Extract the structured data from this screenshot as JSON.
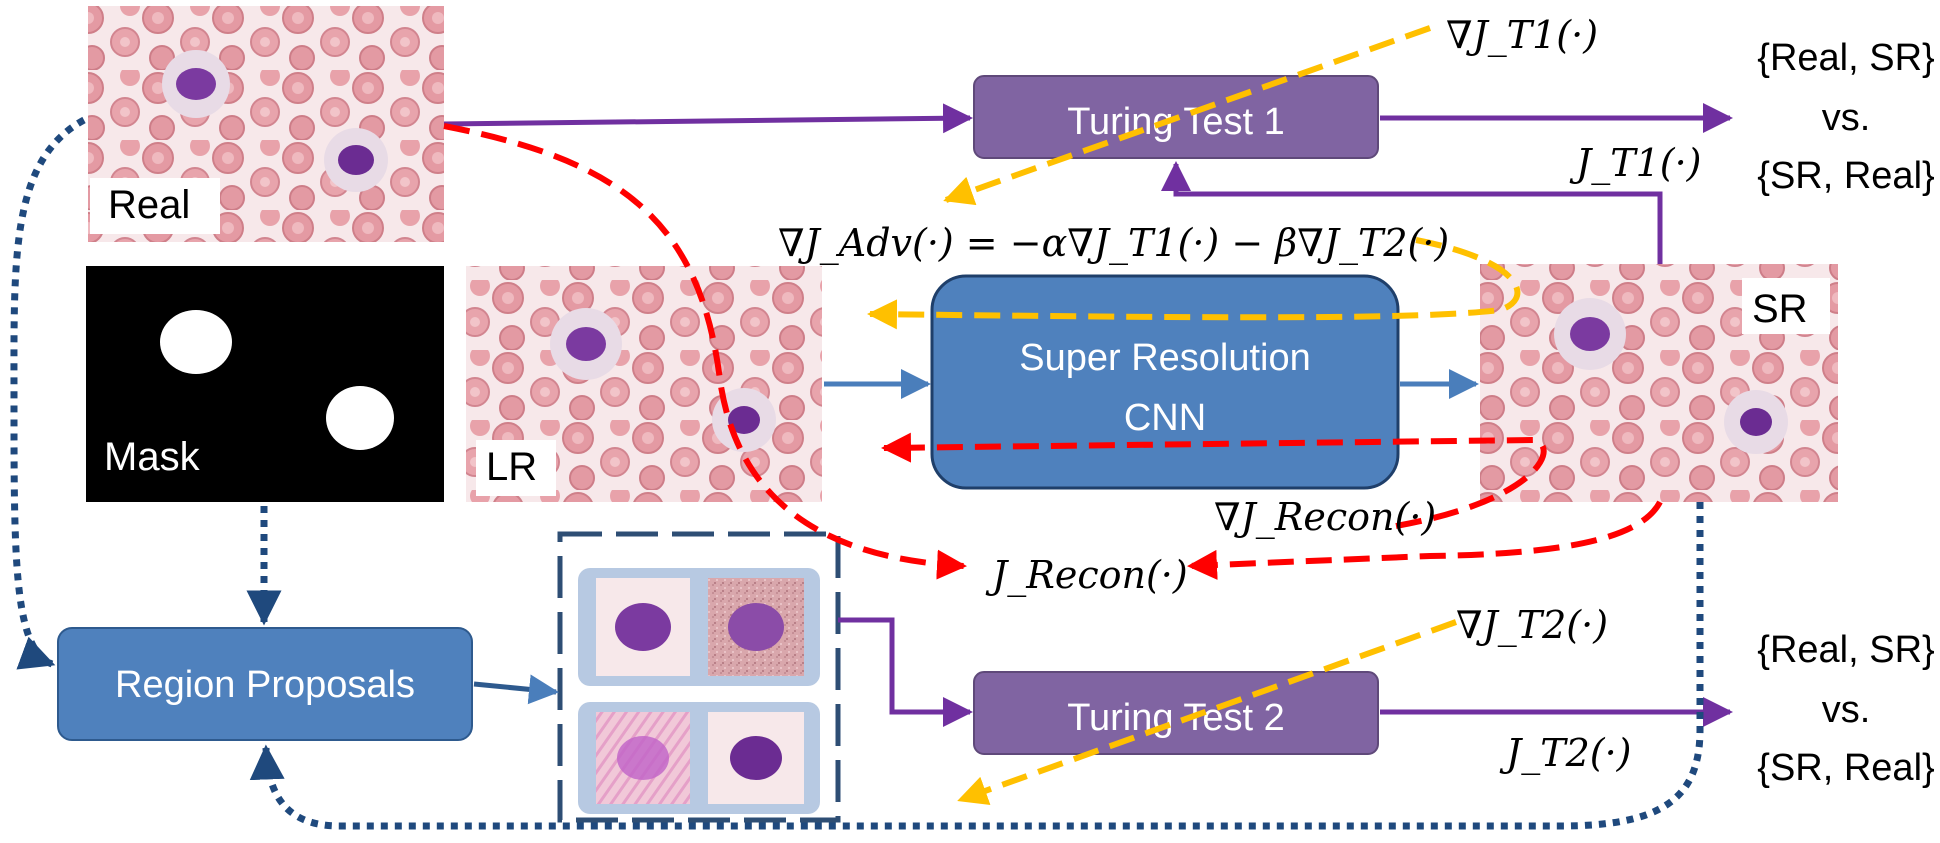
{
  "images": {
    "real": "Real",
    "mask": "Mask",
    "lr": "LR",
    "sr": "SR"
  },
  "boxes": {
    "turing1": "Turing Test 1",
    "turing2": "Turing Test 2",
    "sr_cnn_line1": "Super Resolution",
    "sr_cnn_line2": "CNN",
    "region": "Region Proposals"
  },
  "outputs": {
    "top": [
      "{Real, SR}",
      "vs.",
      "{SR, Real}"
    ],
    "bottom": [
      "{Real, SR}",
      "vs.",
      "{SR, Real}"
    ]
  },
  "math": {
    "grad_jt1": "∇J_T1(·)",
    "jt1": "J_T1(·)",
    "grad_jadv": "∇J_Adv(·) = −α∇J_T1(·) − β∇J_T2(·)",
    "grad_jrecon": "∇J_Recon(·)",
    "jrecon": "J_Recon(·)",
    "grad_jt2": "∇J_T2(·)",
    "jt2": "J_T2(·)"
  },
  "colors": {
    "purple_box": "#8064a2",
    "purple_arrow": "#7030a0",
    "blue_box": "#4f81bd",
    "blue_arrow": "#4a7ebb",
    "dark_blue_dotted": "#1f497d",
    "red_dashed": "#ff0000",
    "yellow_dashed": "#ffc000",
    "cell_bg": "#f6e6e8",
    "rbc": "#e59aa2",
    "nucleus": "#7b3aa0"
  }
}
